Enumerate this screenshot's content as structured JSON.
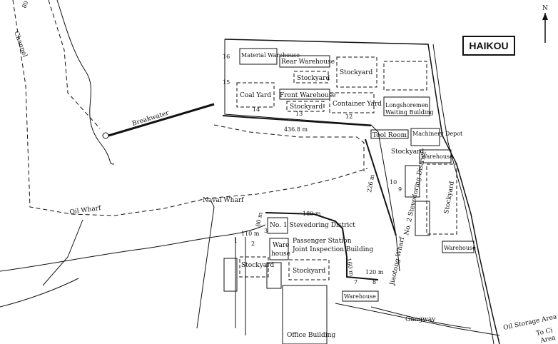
{
  "title": "HAIKOU",
  "north": "N",
  "labels": {
    "channel": "Channel",
    "depth_80m": "80 m",
    "breakwater": "Breakwater",
    "oil_wharf": "Oil Wharf",
    "naval_wharf": "Naval Wharf",
    "material_warehouse": "Material Warehouse",
    "rear_warehouse": "Rear Warehouse",
    "stockyard": "Stockyard",
    "coal_yard": "Coal Yard",
    "front_warehouse": "Front Warehouse",
    "container_yard": "Container Yard",
    "longshoremen": "Longshoremen",
    "waiting_building": "Waiting Building",
    "tool_room": "Tool Room",
    "machinery_depot": "Machinery Depot",
    "warehouse": "Warehouse",
    "no2_district": "No. 2 Stevedoring District",
    "no1_district": "No. 1 Stevedoring District",
    "passenger_station": "Passenger Station",
    "joint_inspection": "Joint Inspection Building",
    "jiaotong_wharf": "Jiaotong Wharf",
    "office_building": "Office Building",
    "gangway": "Gangway",
    "oil_storage": "Oil Storage Area",
    "to_city": "To Ci",
    "area": "Area",
    "dim_436": "436.8 m",
    "dim_226": "226 m",
    "dim_180": "180 m",
    "dim_110": "110 m",
    "dim_80": "80 m",
    "dim_120": "120 m",
    "dim_160": "160 m",
    "berth_16": "16",
    "berth_15": "15",
    "berth_14": "14",
    "berth_13": "13",
    "berth_12": "12",
    "berth_10": "10",
    "berth_9": "9",
    "berth_1": "1",
    "berth_2": "2",
    "berth_3": "3",
    "berth_7": "7",
    "berth_8": "8",
    "ware": "Ware",
    "house": "house"
  }
}
